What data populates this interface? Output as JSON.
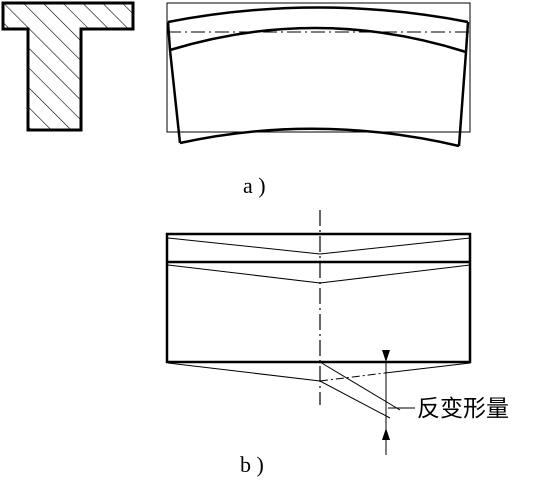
{
  "figure": {
    "caption_a": "a )",
    "caption_b": "b )",
    "annotation": "反变形量"
  }
}
